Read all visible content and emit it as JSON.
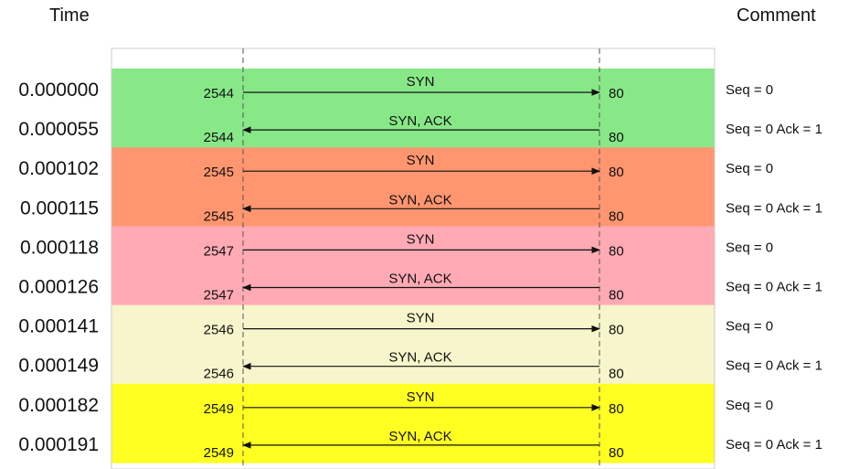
{
  "headers": {
    "time": "Time",
    "comment": "Comment"
  },
  "colors": {
    "group_bg": [
      "#88e888",
      "#ff9670",
      "#ffaab4",
      "#f7f5cb",
      "#ffff22"
    ],
    "line": "#111111",
    "axis": "#555555",
    "frame": "#cccccc"
  },
  "rows": [
    {
      "time": "0.000000",
      "src": "2544",
      "dst": "80",
      "label": "SYN",
      "dir": "right",
      "comment": "Seq = 0",
      "group": 0
    },
    {
      "time": "0.000055",
      "src": "2544",
      "dst": "80",
      "label": "SYN, ACK",
      "dir": "left",
      "comment": "Seq = 0 Ack = 1",
      "group": 0
    },
    {
      "time": "0.000102",
      "src": "2545",
      "dst": "80",
      "label": "SYN",
      "dir": "right",
      "comment": "Seq = 0",
      "group": 1
    },
    {
      "time": "0.000115",
      "src": "2545",
      "dst": "80",
      "label": "SYN, ACK",
      "dir": "left",
      "comment": "Seq = 0 Ack = 1",
      "group": 1
    },
    {
      "time": "0.000118",
      "src": "2547",
      "dst": "80",
      "label": "SYN",
      "dir": "right",
      "comment": "Seq = 0",
      "group": 2
    },
    {
      "time": "0.000126",
      "src": "2547",
      "dst": "80",
      "label": "SYN, ACK",
      "dir": "left",
      "comment": "Seq = 0 Ack = 1",
      "group": 2
    },
    {
      "time": "0.000141",
      "src": "2546",
      "dst": "80",
      "label": "SYN",
      "dir": "right",
      "comment": "Seq = 0",
      "group": 3
    },
    {
      "time": "0.000149",
      "src": "2546",
      "dst": "80",
      "label": "SYN, ACK",
      "dir": "left",
      "comment": "Seq = 0 Ack = 1",
      "group": 3
    },
    {
      "time": "0.000182",
      "src": "2549",
      "dst": "80",
      "label": "SYN",
      "dir": "right",
      "comment": "Seq = 0",
      "group": 4
    },
    {
      "time": "0.000191",
      "src": "2549",
      "dst": "80",
      "label": "SYN, ACK",
      "dir": "left",
      "comment": "Seq = 0 Ack = 1",
      "group": 4
    }
  ]
}
